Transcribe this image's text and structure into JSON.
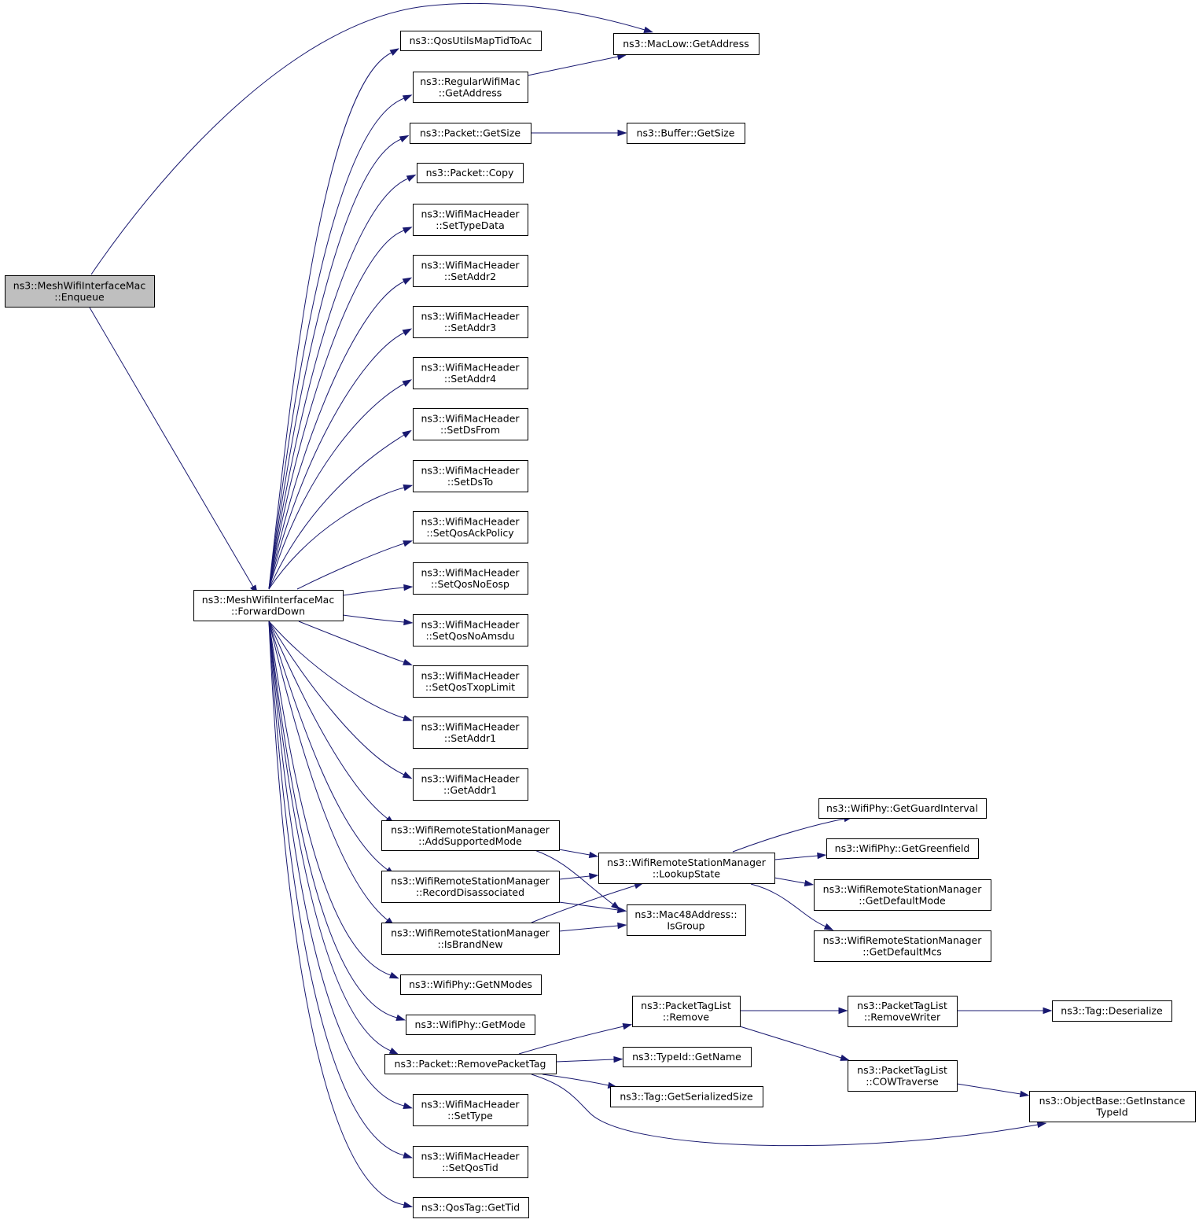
{
  "diagram": {
    "type": "call-graph",
    "colors": {
      "edge": "#191970",
      "root_fill": "#bfbfbf",
      "node_fill": "#ffffff",
      "node_border": "#000000"
    },
    "nodes": [
      {
        "id": "enqueue",
        "lines": [
          "ns3::MeshWifiInterfaceMac",
          "::Enqueue"
        ],
        "root": true
      },
      {
        "id": "forwarddown",
        "lines": [
          "ns3::MeshWifiInterfaceMac",
          "::ForwardDown"
        ]
      },
      {
        "id": "maclow_getaddress",
        "lines": [
          "ns3::MacLow::GetAddress"
        ]
      },
      {
        "id": "qosutils",
        "lines": [
          "ns3::QosUtilsMapTidToAc"
        ]
      },
      {
        "id": "regular_getaddress",
        "lines": [
          "ns3::RegularWifiMac",
          "::GetAddress"
        ]
      },
      {
        "id": "packet_getsize",
        "lines": [
          "ns3::Packet::GetSize"
        ]
      },
      {
        "id": "buffer_getsize",
        "lines": [
          "ns3::Buffer::GetSize"
        ]
      },
      {
        "id": "packet_copy",
        "lines": [
          "ns3::Packet::Copy"
        ]
      },
      {
        "id": "settypedata",
        "lines": [
          "ns3::WifiMacHeader",
          "::SetTypeData"
        ]
      },
      {
        "id": "setaddr2",
        "lines": [
          "ns3::WifiMacHeader",
          "::SetAddr2"
        ]
      },
      {
        "id": "setaddr3",
        "lines": [
          "ns3::WifiMacHeader",
          "::SetAddr3"
        ]
      },
      {
        "id": "setaddr4",
        "lines": [
          "ns3::WifiMacHeader",
          "::SetAddr4"
        ]
      },
      {
        "id": "setdsfrom",
        "lines": [
          "ns3::WifiMacHeader",
          "::SetDsFrom"
        ]
      },
      {
        "id": "setdsto",
        "lines": [
          "ns3::WifiMacHeader",
          "::SetDsTo"
        ]
      },
      {
        "id": "setqosackpolicy",
        "lines": [
          "ns3::WifiMacHeader",
          "::SetQosAckPolicy"
        ]
      },
      {
        "id": "setqosnoeosp",
        "lines": [
          "ns3::WifiMacHeader",
          "::SetQosNoEosp"
        ]
      },
      {
        "id": "setqosnoamsdu",
        "lines": [
          "ns3::WifiMacHeader",
          "::SetQosNoAmsdu"
        ]
      },
      {
        "id": "setqostxoplimit",
        "lines": [
          "ns3::WifiMacHeader",
          "::SetQosTxopLimit"
        ]
      },
      {
        "id": "setaddr1",
        "lines": [
          "ns3::WifiMacHeader",
          "::SetAddr1"
        ]
      },
      {
        "id": "getaddr1",
        "lines": [
          "ns3::WifiMacHeader",
          "::GetAddr1"
        ]
      },
      {
        "id": "addsupportedmode",
        "lines": [
          "ns3::WifiRemoteStationManager",
          "::AddSupportedMode"
        ]
      },
      {
        "id": "recorddisassociated",
        "lines": [
          "ns3::WifiRemoteStationManager",
          "::RecordDisassociated"
        ]
      },
      {
        "id": "isbrandnew",
        "lines": [
          "ns3::WifiRemoteStationManager",
          "::IsBrandNew"
        ]
      },
      {
        "id": "lookupstate",
        "lines": [
          "ns3::WifiRemoteStationManager",
          "::LookupState"
        ]
      },
      {
        "id": "isgroup",
        "lines": [
          "ns3::Mac48Address::",
          "IsGroup"
        ]
      },
      {
        "id": "getguardinterval",
        "lines": [
          "ns3::WifiPhy::GetGuardInterval"
        ]
      },
      {
        "id": "getgreenfield",
        "lines": [
          "ns3::WifiPhy::GetGreenfield"
        ]
      },
      {
        "id": "getdefaultmode",
        "lines": [
          "ns3::WifiRemoteStationManager",
          "::GetDefaultMode"
        ]
      },
      {
        "id": "getdefaultmcs",
        "lines": [
          "ns3::WifiRemoteStationManager",
          "::GetDefaultMcs"
        ]
      },
      {
        "id": "getnmodes",
        "lines": [
          "ns3::WifiPhy::GetNModes"
        ]
      },
      {
        "id": "getmode",
        "lines": [
          "ns3::WifiPhy::GetMode"
        ]
      },
      {
        "id": "removepackettag",
        "lines": [
          "ns3::Packet::RemovePacketTag"
        ]
      },
      {
        "id": "ptl_remove",
        "lines": [
          "ns3::PacketTagList",
          "::Remove"
        ]
      },
      {
        "id": "ptl_removewriter",
        "lines": [
          "ns3::PacketTagList",
          "::RemoveWriter"
        ]
      },
      {
        "id": "tag_deserialize",
        "lines": [
          "ns3::Tag::Deserialize"
        ]
      },
      {
        "id": "typeid_getname",
        "lines": [
          "ns3::TypeId::GetName"
        ]
      },
      {
        "id": "tag_getserializedsize",
        "lines": [
          "ns3::Tag::GetSerializedSize"
        ]
      },
      {
        "id": "ptl_cowtraverse",
        "lines": [
          "ns3::PacketTagList",
          "::COWTraverse"
        ]
      },
      {
        "id": "objectbase_getinstancetypeid",
        "lines": [
          "ns3::ObjectBase::GetInstance",
          "TypeId"
        ]
      },
      {
        "id": "settype",
        "lines": [
          "ns3::WifiMacHeader",
          "::SetType"
        ]
      },
      {
        "id": "setqostid",
        "lines": [
          "ns3::WifiMacHeader",
          "::SetQosTid"
        ]
      },
      {
        "id": "qostag_gettid",
        "lines": [
          "ns3::QosTag::GetTid"
        ]
      }
    ],
    "edges": [
      {
        "from": "enqueue",
        "to": "maclow_getaddress"
      },
      {
        "from": "enqueue",
        "to": "forwarddown"
      },
      {
        "from": "forwarddown",
        "to": "qosutils"
      },
      {
        "from": "forwarddown",
        "to": "regular_getaddress"
      },
      {
        "from": "forwarddown",
        "to": "packet_getsize"
      },
      {
        "from": "forwarddown",
        "to": "packet_copy"
      },
      {
        "from": "forwarddown",
        "to": "settypedata"
      },
      {
        "from": "forwarddown",
        "to": "setaddr2"
      },
      {
        "from": "forwarddown",
        "to": "setaddr3"
      },
      {
        "from": "forwarddown",
        "to": "setaddr4"
      },
      {
        "from": "forwarddown",
        "to": "setdsfrom"
      },
      {
        "from": "forwarddown",
        "to": "setdsto"
      },
      {
        "from": "forwarddown",
        "to": "setqosackpolicy"
      },
      {
        "from": "forwarddown",
        "to": "setqosnoeosp"
      },
      {
        "from": "forwarddown",
        "to": "setqosnoamsdu"
      },
      {
        "from": "forwarddown",
        "to": "setqostxoplimit"
      },
      {
        "from": "forwarddown",
        "to": "setaddr1"
      },
      {
        "from": "forwarddown",
        "to": "getaddr1"
      },
      {
        "from": "forwarddown",
        "to": "addsupportedmode"
      },
      {
        "from": "forwarddown",
        "to": "recorddisassociated"
      },
      {
        "from": "forwarddown",
        "to": "isbrandnew"
      },
      {
        "from": "forwarddown",
        "to": "getnmodes"
      },
      {
        "from": "forwarddown",
        "to": "getmode"
      },
      {
        "from": "forwarddown",
        "to": "removepackettag"
      },
      {
        "from": "forwarddown",
        "to": "settype"
      },
      {
        "from": "forwarddown",
        "to": "setqostid"
      },
      {
        "from": "forwarddown",
        "to": "qostag_gettid"
      },
      {
        "from": "regular_getaddress",
        "to": "maclow_getaddress"
      },
      {
        "from": "packet_getsize",
        "to": "buffer_getsize"
      },
      {
        "from": "addsupportedmode",
        "to": "lookupstate"
      },
      {
        "from": "addsupportedmode",
        "to": "isgroup"
      },
      {
        "from": "recorddisassociated",
        "to": "lookupstate"
      },
      {
        "from": "recorddisassociated",
        "to": "isgroup"
      },
      {
        "from": "isbrandnew",
        "to": "lookupstate"
      },
      {
        "from": "isbrandnew",
        "to": "isgroup"
      },
      {
        "from": "lookupstate",
        "to": "getguardinterval"
      },
      {
        "from": "lookupstate",
        "to": "getgreenfield"
      },
      {
        "from": "lookupstate",
        "to": "getdefaultmode"
      },
      {
        "from": "lookupstate",
        "to": "getdefaultmcs"
      },
      {
        "from": "removepackettag",
        "to": "ptl_remove"
      },
      {
        "from": "removepackettag",
        "to": "typeid_getname"
      },
      {
        "from": "removepackettag",
        "to": "tag_getserializedsize"
      },
      {
        "from": "removepackettag",
        "to": "objectbase_getinstancetypeid"
      },
      {
        "from": "ptl_remove",
        "to": "ptl_removewriter"
      },
      {
        "from": "ptl_remove",
        "to": "ptl_cowtraverse"
      },
      {
        "from": "ptl_removewriter",
        "to": "tag_deserialize"
      },
      {
        "from": "ptl_cowtraverse",
        "to": "objectbase_getinstancetypeid"
      }
    ]
  }
}
